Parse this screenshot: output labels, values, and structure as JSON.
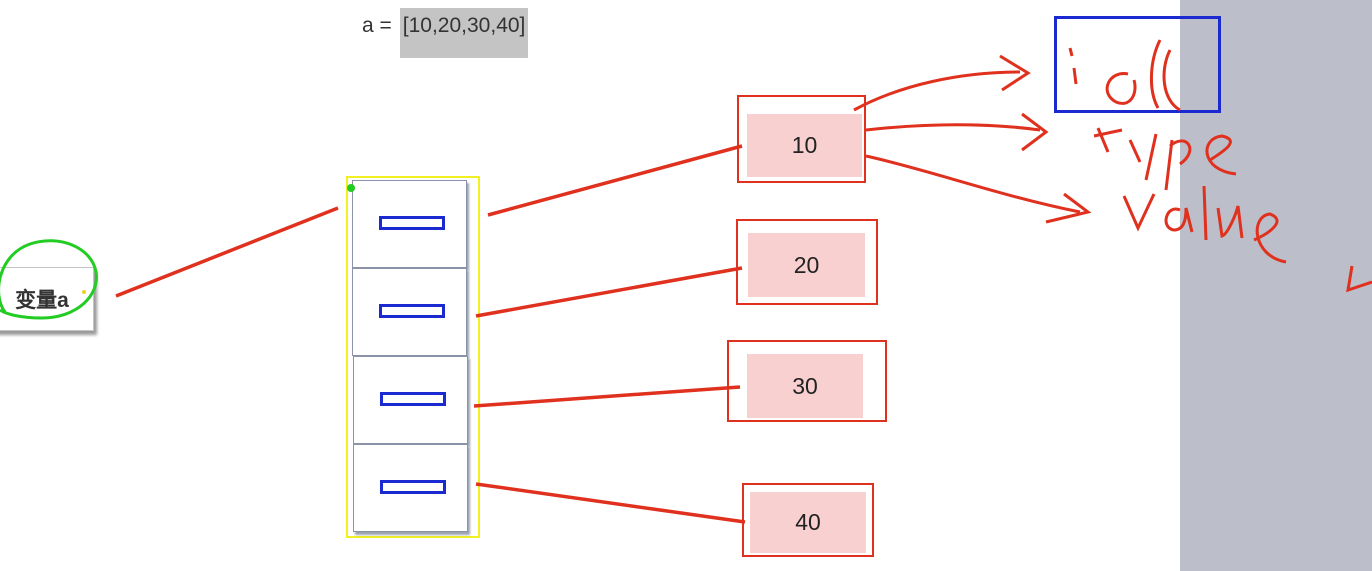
{
  "code": {
    "lhs": "a =",
    "rhs": "[10,20,30,40]"
  },
  "variable": {
    "label": "变量a"
  },
  "list": {
    "slots": 4
  },
  "values": [
    "10",
    "20",
    "30",
    "40"
  ],
  "colors": {
    "link": "#e0301e",
    "handle": "#1a2ad0",
    "highlight": "#f2f020",
    "annotation_green": "#22cc22",
    "value_fill": "#f8d0d0",
    "panel": "#bcbfca"
  },
  "handwriting": {
    "words": [
      "id",
      "type",
      "value"
    ]
  }
}
